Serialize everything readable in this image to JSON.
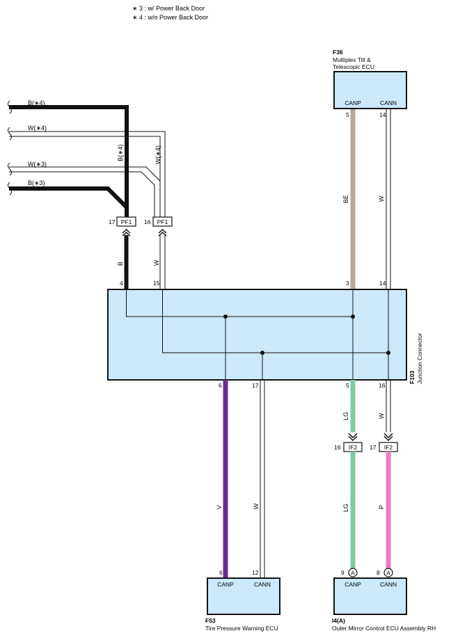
{
  "notes": [
    "∗ 3 : w/ Power Back Door",
    "∗ 4 : w/o Power Back Door"
  ],
  "colors": {
    "ecu_fill": "#cbe9fb",
    "wire_black": "#111111",
    "wire_beige": "#b9a898",
    "wire_violet": "#6a2c90",
    "wire_lightgreen": "#7fcaa0",
    "wire_pink": "#ea7dc0"
  },
  "components": {
    "f36": {
      "code": "F36",
      "name_line1": "Multiplex Tilt &",
      "name_line2": "Telescopic ECU",
      "pin_canp": "CANP",
      "pin_cann": "CANN"
    },
    "junction": {
      "code": "F103",
      "name": "Junction Connector"
    },
    "f53": {
      "code": "F53",
      "name": "Tire Pressure Warning ECU",
      "pin_canp": "CANP",
      "pin_cann": "CANN"
    },
    "i4": {
      "code": "I4(A)",
      "name": "Outer Mirror Control ECU Assembly RH",
      "pin_canp": "CANP",
      "pin_cann": "CANN"
    }
  },
  "wire_labels": {
    "b_star4": "B(∗4)",
    "w_star4": "W(∗4)",
    "w_star3": "W(∗3)",
    "b_star3": "B(∗3)",
    "b_star4_vertical": "B(∗4)",
    "w_star4_vertical": "W(∗4)",
    "b": "B",
    "w": "W",
    "be": "BE",
    "f36_w": "W",
    "v": "V",
    "f53_w": "W",
    "lg_upper": "LG",
    "w_upper": "W",
    "lg_lower": "LG",
    "p": "P"
  },
  "connectors": {
    "pf1_left": {
      "name": "PF1",
      "pin": "17"
    },
    "pf1_right": {
      "name": "PF1",
      "pin": "16"
    },
    "if2_left": {
      "name": "IF2",
      "pin": "16"
    },
    "if2_right": {
      "name": "IF2",
      "pin": "17"
    },
    "a_left": {
      "letter": "A",
      "pin": "9"
    },
    "a_right": {
      "letter": "A",
      "pin": "8"
    }
  },
  "pins": {
    "jc_top_4": "4",
    "jc_top_15": "15",
    "jc_top_3": "3",
    "jc_top_14": "14",
    "jc_bot_6": "6",
    "jc_bot_17": "17",
    "jc_bot_5": "5",
    "jc_bot_16": "16",
    "f36_5": "5",
    "f36_14": "14",
    "f53_6": "6",
    "f53_12": "12"
  }
}
